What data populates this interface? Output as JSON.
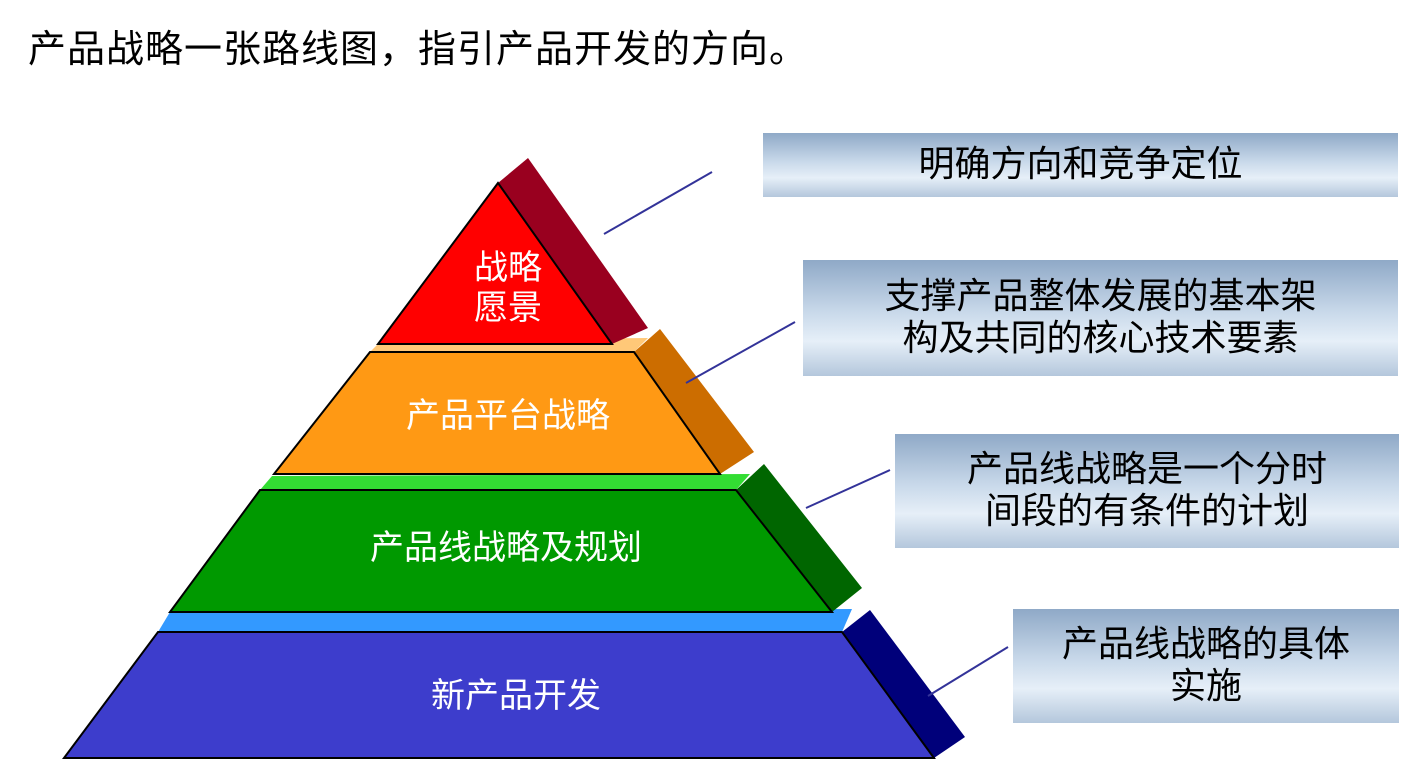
{
  "title": "产品战略一张路线图，指引产品开发的方向。",
  "layers": {
    "vision": {
      "line1": "战略",
      "line2": "愿景"
    },
    "platform": {
      "label": "产品平台战略"
    },
    "product_line": {
      "label": "产品线战略及规划"
    },
    "new_product": {
      "label": "新产品开发"
    }
  },
  "callouts": {
    "vision": {
      "line1": "明确方向和竞争定位"
    },
    "platform": {
      "line1": "支撑产品整体发展的基本架",
      "line2": "构及共同的核心技术要素"
    },
    "product_line": {
      "line1": "产品线战略是一个分时",
      "line2": "间段的有条件的计划"
    },
    "new_product": {
      "line1": "产品线战略的具体",
      "line2": "实施"
    }
  },
  "colors": {
    "vision_front": "#ff0000",
    "vision_side": "#99001f",
    "platform_front": "#ff9914",
    "platform_side": "#cc6d00",
    "product_line_front": "#009900",
    "product_line_side": "#006600",
    "new_product_front": "#3d3dcc",
    "new_product_side": "#00007a",
    "connector": "#333399"
  }
}
